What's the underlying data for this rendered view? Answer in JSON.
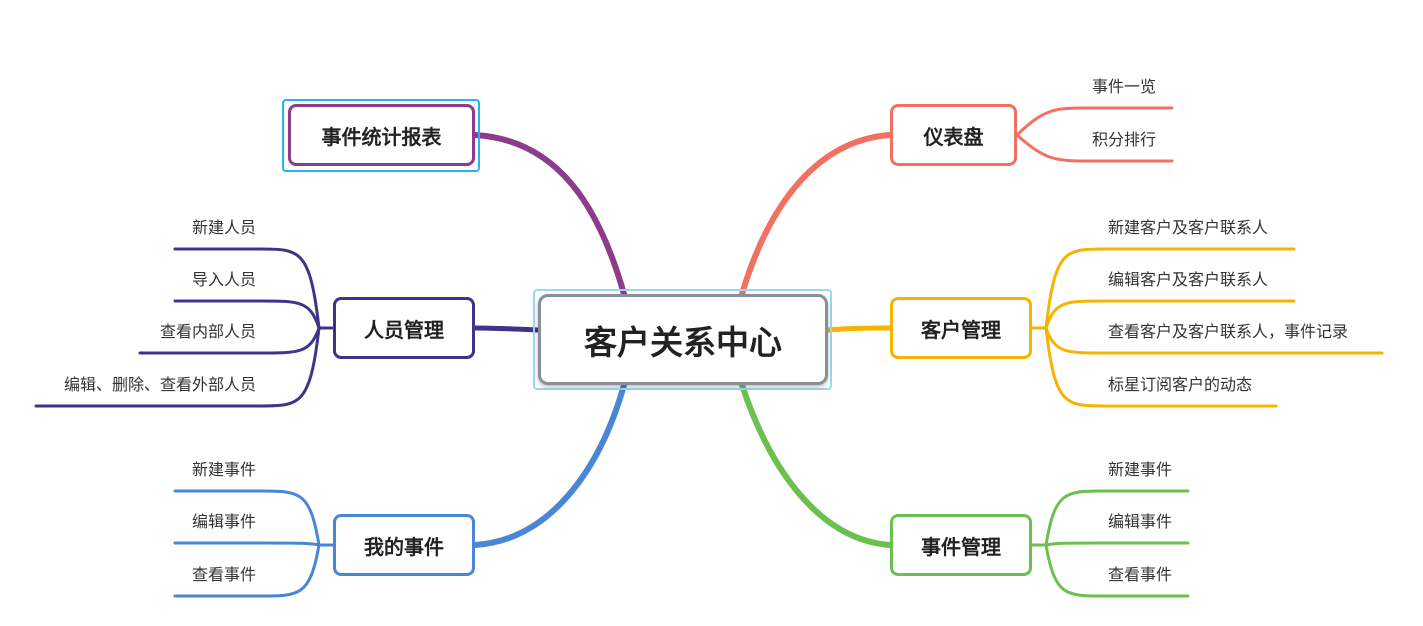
{
  "center": {
    "label": "客户关系中心"
  },
  "colors": {
    "dashboard": "#f07062",
    "customer": "#f5b400",
    "event_mgmt": "#6cc050",
    "my_events": "#4a86d6",
    "people": "#3e348c",
    "report": "#8c3c8a",
    "center_border": "#8c8f99",
    "selection": "#2bb0f0",
    "selection_light": "#9ad8f0"
  },
  "branches": {
    "dashboard": {
      "label": "仪表盘",
      "children": [
        "事件一览",
        "积分排行"
      ]
    },
    "customer": {
      "label": "客户管理",
      "children": [
        "新建客户及客户联系人",
        "编辑客户及客户联系人",
        "查看客户及客户联系人，事件记录",
        "标星订阅客户的动态"
      ]
    },
    "event_mgmt": {
      "label": "事件管理",
      "children": [
        "新建事件",
        "编辑事件",
        "查看事件"
      ]
    },
    "my_events": {
      "label": "我的事件",
      "children": [
        "新建事件",
        "编辑事件",
        "查看事件"
      ]
    },
    "people": {
      "label": "人员管理",
      "children": [
        "新建人员",
        "导入人员",
        "查看内部人员",
        "编辑、删除、查看外部人员"
      ]
    },
    "report": {
      "label": "事件统计报表",
      "children": []
    }
  }
}
